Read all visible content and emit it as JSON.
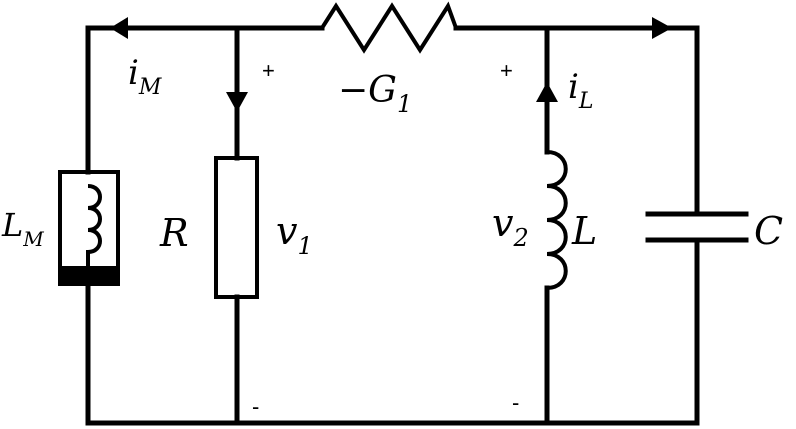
{
  "components": {
    "memristor": {
      "symbol": "L",
      "subscript": "M"
    },
    "resistor_r": {
      "symbol": "R"
    },
    "neg_conductance": {
      "prefix": "−",
      "symbol": "G",
      "subscript": "1"
    },
    "inductor_l": {
      "symbol": "L"
    },
    "capacitor_c": {
      "symbol": "C"
    }
  },
  "currents": {
    "i_m": {
      "symbol": "i",
      "subscript": "M"
    },
    "i_l": {
      "symbol": "i",
      "subscript": "L"
    }
  },
  "voltages": {
    "v1": {
      "symbol": "v",
      "subscript": "1",
      "plus": "+",
      "minus": "-"
    },
    "v2": {
      "symbol": "v",
      "subscript": "2",
      "plus": "+",
      "minus": "-"
    }
  }
}
